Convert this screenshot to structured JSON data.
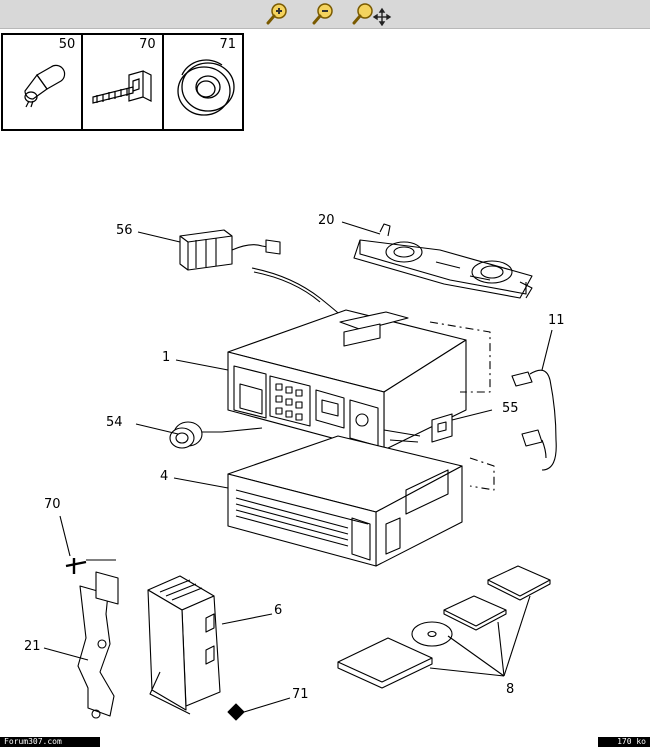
{
  "toolbar": {
    "buttons": [
      {
        "name": "zoom-in-icon"
      },
      {
        "name": "zoom-out-icon"
      },
      {
        "name": "zoom-fit-icon"
      }
    ]
  },
  "parts_table": [
    {
      "number": "50"
    },
    {
      "number": "70"
    },
    {
      "number": "71"
    }
  ],
  "callouts": {
    "c56": "56",
    "c20": "20",
    "c11": "11",
    "c1": "1",
    "c54": "54",
    "c55": "55",
    "c4": "4",
    "c70": "70",
    "c6": "6",
    "c21": "21",
    "c71": "71",
    "c8": "8"
  },
  "footer": {
    "site": "Forum307.com",
    "size": "170 ko"
  }
}
